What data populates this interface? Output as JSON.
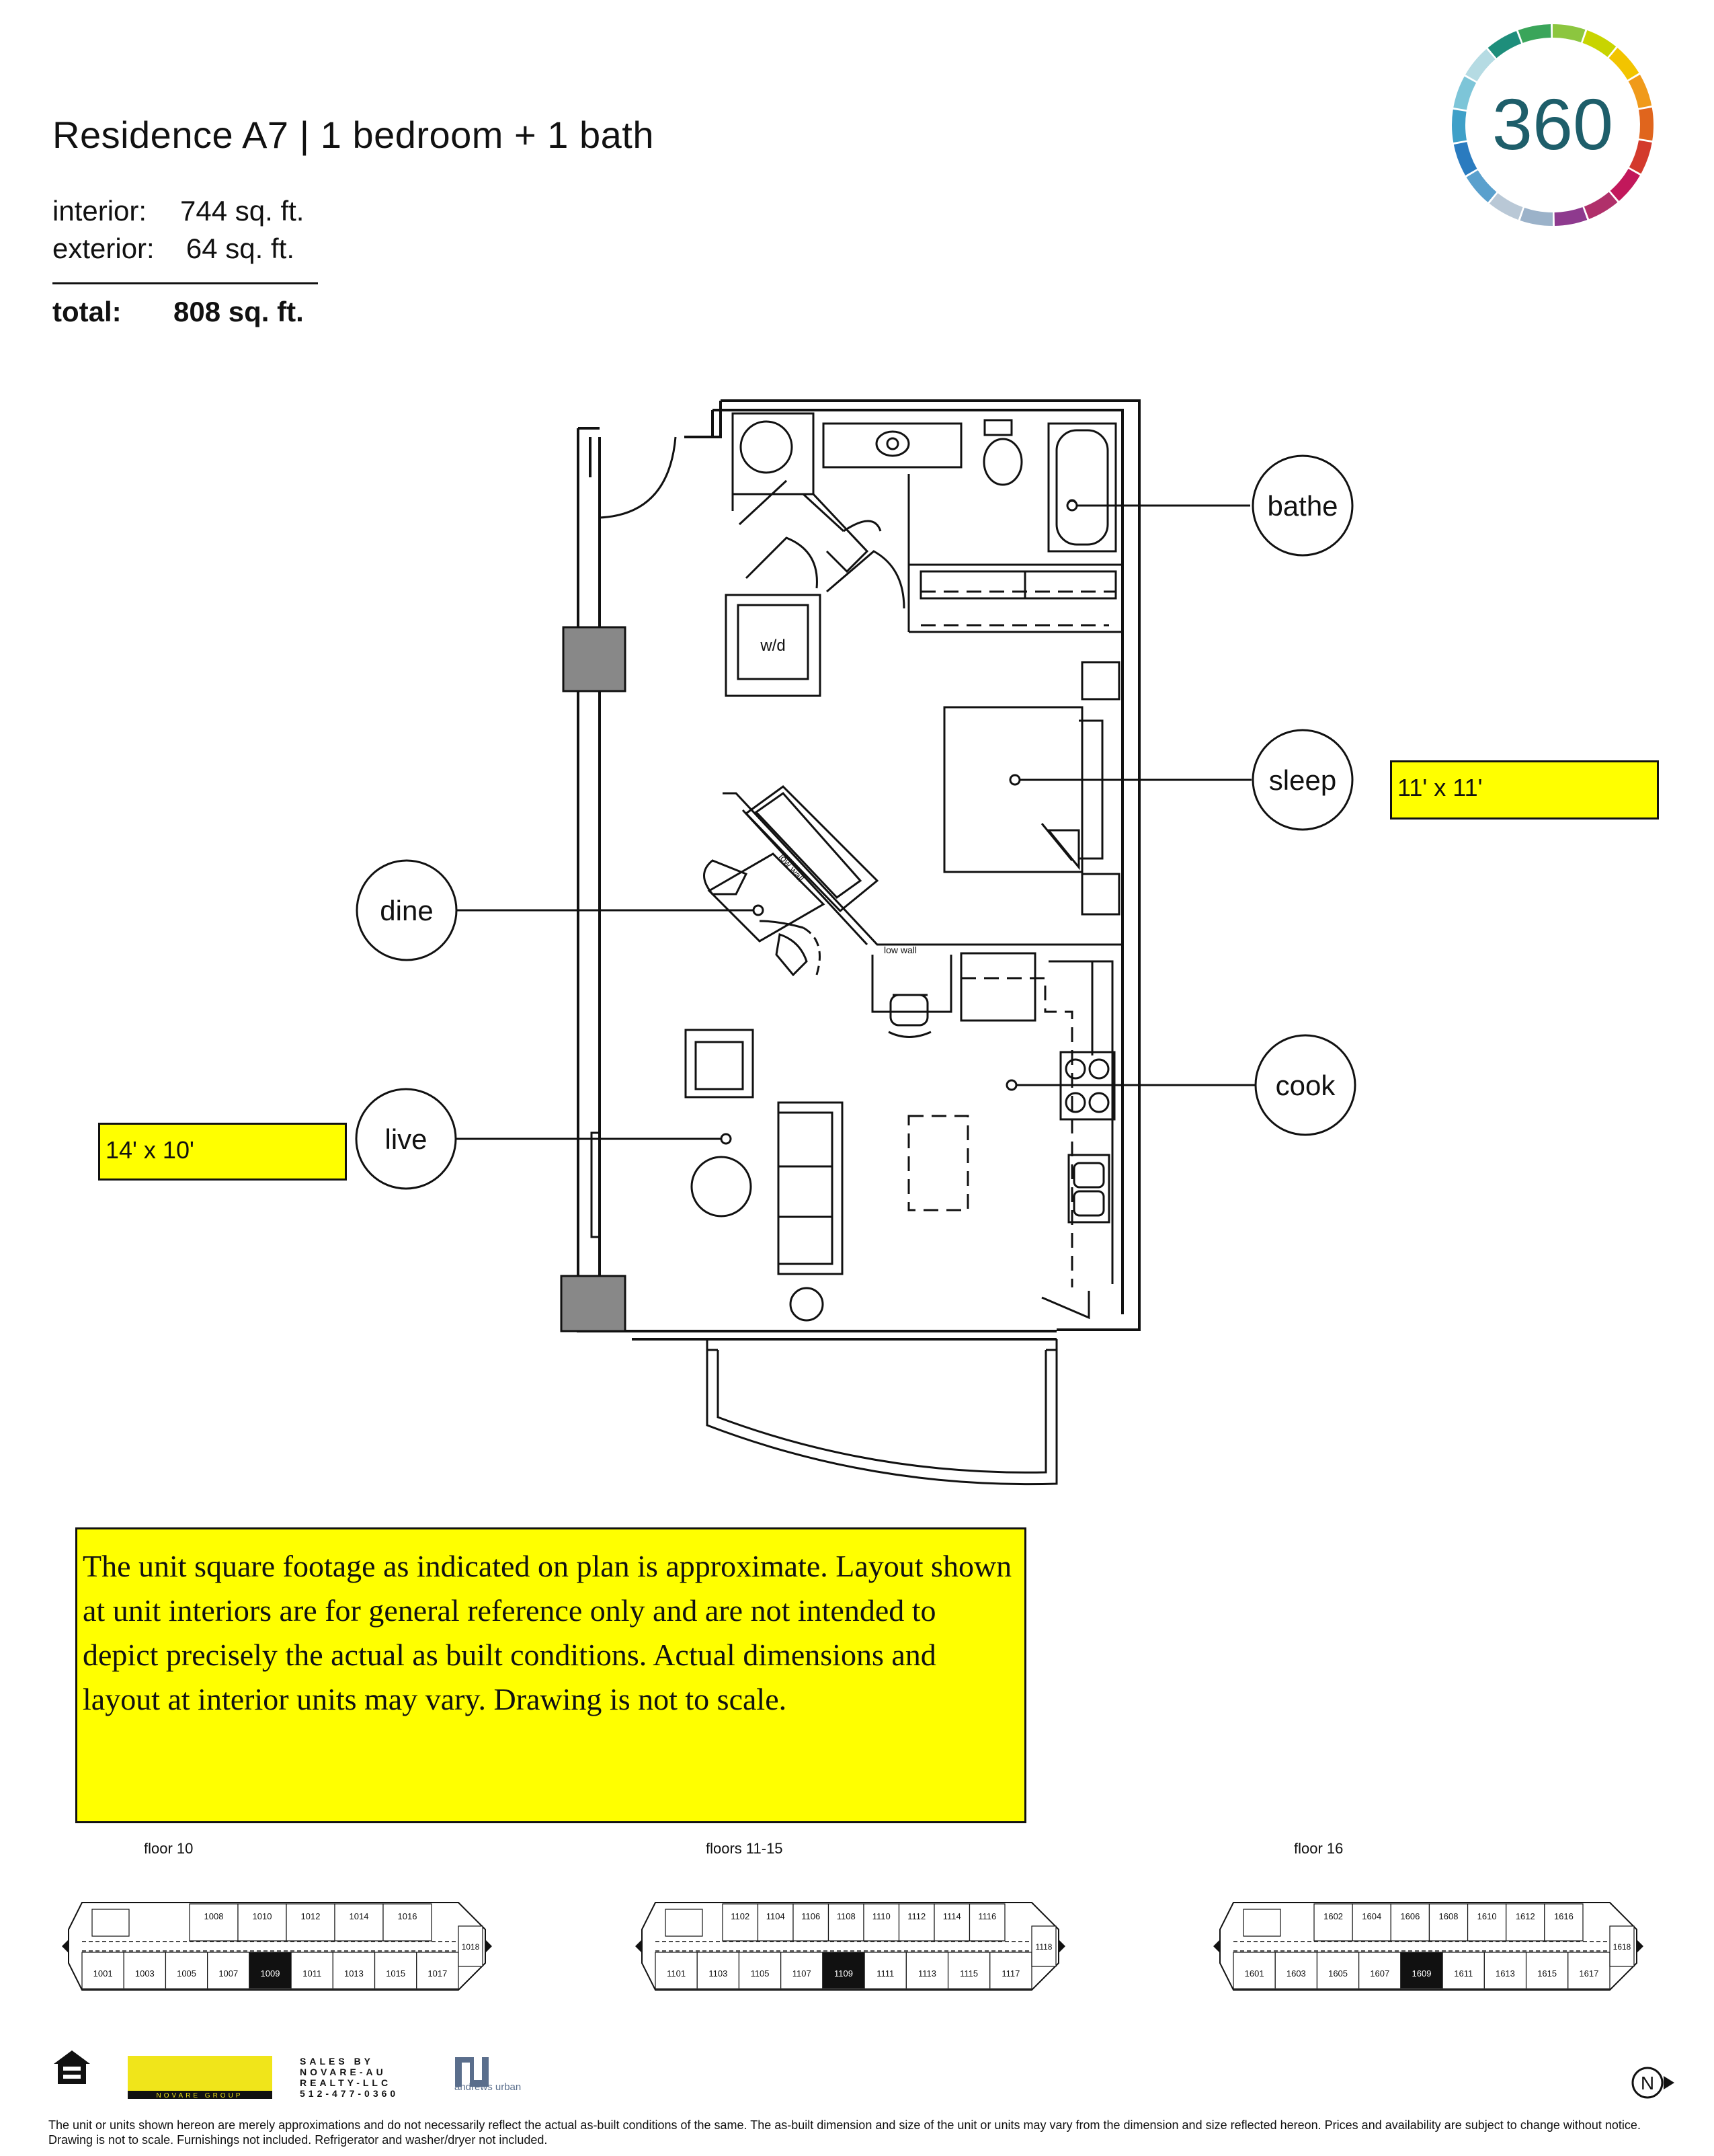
{
  "header": {
    "title": "Residence A7 | 1 bedroom + 1 bath",
    "interior_label": "interior:",
    "interior_value": "744 sq. ft.",
    "exterior_label": "exterior:",
    "exterior_value": "64 sq. ft.",
    "total_label": "total:",
    "total_value": "808 sq. ft."
  },
  "logo": {
    "text": "360",
    "ring_colors": [
      "#8cc63f",
      "#c8d400",
      "#f2c400",
      "#f09a1a",
      "#e0651d",
      "#d33a2c",
      "#c2185b",
      "#b0306a",
      "#8e3a8e",
      "#9bb2c9",
      "#b9c8d6",
      "#5aa0cd",
      "#2a7bbf",
      "#3fa0c8",
      "#7dc5d8",
      "#b5dbe3",
      "#1e8e7b",
      "#3aa55a"
    ],
    "text_color": "#1e5e6a"
  },
  "plan": {
    "rooms": {
      "bathe": "bathe",
      "sleep": "sleep",
      "dine": "dine",
      "cook": "cook",
      "live": "live"
    },
    "washer_dryer": "w/d",
    "low_wall_1": "low wall",
    "low_wall_2": "low wall"
  },
  "dimensions": {
    "sleep": "11' x 11'",
    "live": "14' x 10'"
  },
  "disclaimer": {
    "text": "The unit square footage as indicated on plan is approximate.  Layout shown at unit interiors are for general reference only and are not intended to depict precisely the actual as built conditions.  Actual dimensions and layout at interior units may vary.  Drawing is not to scale."
  },
  "keyplans": [
    {
      "label": "floor 10",
      "top_units": [
        "1008",
        "1010",
        "1012",
        "1014",
        "1016"
      ],
      "bottom_units": [
        "1001",
        "1003",
        "1005",
        "1007",
        "1009",
        "1011",
        "1013",
        "1015",
        "1017"
      ],
      "end_unit": "1018",
      "highlight": "1009"
    },
    {
      "label": "floors 11-15",
      "top_units": [
        "1102",
        "1104",
        "1106",
        "1108",
        "1110",
        "1112",
        "1114",
        "1116"
      ],
      "bottom_units": [
        "1101",
        "1103",
        "1105",
        "1107",
        "1109",
        "1111",
        "1113",
        "1115",
        "1117"
      ],
      "end_unit": "1118",
      "highlight": "1109"
    },
    {
      "label": "floor 16",
      "top_units": [
        "1602",
        "1604",
        "1606",
        "1608",
        "1610",
        "1612",
        "1616"
      ],
      "bottom_units": [
        "1601",
        "1603",
        "1605",
        "1607",
        "1609",
        "1611",
        "1613",
        "1615",
        "1617"
      ],
      "end_unit": "1618",
      "highlight": "1609"
    }
  ],
  "footer": {
    "sales_by": "SALES BY\nNOVARE-AU\nREALTY-LLC\n512-477-0360",
    "novare_group": "NOVARE GROUP",
    "andrews_urban": "andrews urban",
    "fine_print": "The unit or units shown hereon are merely approximations and do not necessarily reflect the actual as-built conditions of the same. The as-built dimension and size of the unit or units may vary from the dimension and size reflected hereon. Prices and availability are subject to change without notice. Drawing is not to scale. Furnishings not included. Refrigerator and washer/dryer not included.",
    "north": "N"
  }
}
